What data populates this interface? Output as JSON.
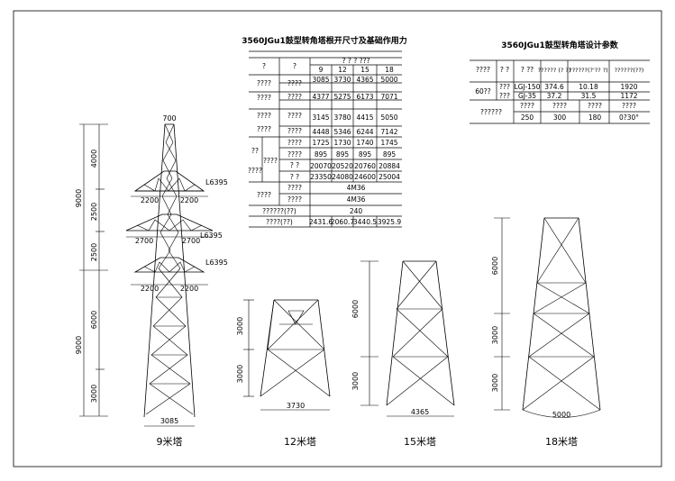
{
  "drawing": {
    "frame_color": "#000000",
    "table1": {
      "title": "3560JGu1鼓型转角塔根开尺寸及基础作用力",
      "head1": "?",
      "head2": "?",
      "group_head": "? ? ? ???",
      "cols": [
        "9",
        "12",
        "15",
        "18"
      ],
      "rows": [
        {
          "a": "????",
          "b": "????",
          "vals": [
            "3085",
            "3730",
            "4365",
            "5000"
          ]
        },
        {
          "a": "????",
          "b": "????",
          "vals": [
            "4377",
            "5275",
            "6173",
            "7071"
          ]
        },
        {
          "a": "????",
          "b": "????",
          "vals": [
            "3145",
            "3780",
            "4415",
            "5050"
          ]
        },
        {
          "a": "????",
          "b": "????",
          "vals": [
            "4448",
            "5346",
            "6244",
            "7142"
          ]
        },
        {
          "a": "??",
          "b": "????",
          "vals": [
            "1725",
            "1730",
            "1740",
            "1745"
          ]
        },
        {
          "a": "????",
          "b": "????",
          "vals": [
            "895",
            "895",
            "895",
            "895"
          ]
        },
        {
          "a": "????",
          "b": "? ?",
          "vals": [
            "20070",
            "20520",
            "20760",
            "20884"
          ]
        },
        {
          "a": "",
          "b": "? ?",
          "vals": [
            "23350",
            "24080",
            "24600",
            "25004"
          ]
        }
      ],
      "span_rows": [
        {
          "a": "????",
          "b": "????",
          "val": "4M36"
        },
        {
          "a": "",
          "b": "????",
          "val": "4M36"
        },
        {
          "a": "??????(??)",
          "b": "",
          "val": "240"
        }
      ],
      "last_row": {
        "a": "????(??)",
        "vals": [
          "2431.6",
          "2060.7",
          "3440.5",
          "3925.9"
        ]
      }
    },
    "table2": {
      "title": "3560JGu1鼓型转角塔设计参数",
      "header": [
        "????",
        "? ?",
        "? ??",
        "?????? (? ?)",
        "??????(?'?? ?)",
        "??????(??)"
      ],
      "rows": [
        [
          "60??",
          "???",
          "LGJ-150",
          "374.6",
          "10.18",
          "1920"
        ],
        [
          "",
          "???",
          "GJ-35",
          "37.2",
          "31.5",
          "1172"
        ]
      ],
      "sub_header": [
        "??????",
        "????",
        "????",
        "????",
        "????"
      ],
      "sub_row": [
        "250",
        "300",
        "180",
        "0?30°"
      ]
    },
    "tower9": {
      "caption": "9米塔",
      "top_width": "700",
      "arm1": "L6395",
      "arm2": "L6395",
      "arm3": "L6395",
      "arm_w1_left": "2200",
      "arm_w1_right": "2200",
      "arm_w2_left": "2700",
      "arm_w2_right": "2700",
      "arm_w3_left": "2200",
      "arm_w3_right": "2200",
      "dims_outer": [
        "9000",
        "9000"
      ],
      "dims_inner": [
        "4000",
        "2500",
        "2500",
        "6000",
        "3000"
      ],
      "base": "3085"
    },
    "tower12": {
      "caption": "12米塔",
      "dims": [
        "3000",
        "3000"
      ],
      "base": "3730"
    },
    "tower15": {
      "caption": "15米塔",
      "dims": [
        "6000",
        "3000"
      ],
      "base": "4365"
    },
    "tower18": {
      "caption": "18米塔",
      "dims": [
        "6000",
        "3000",
        "3000"
      ],
      "base": "5000"
    }
  }
}
